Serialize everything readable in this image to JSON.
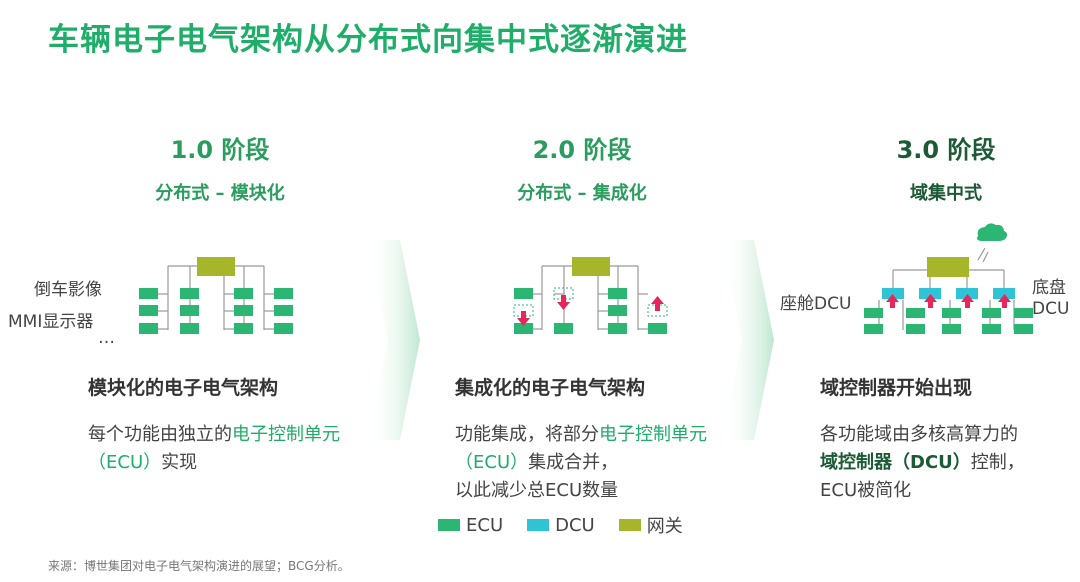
{
  "title": "车辆电子电气架构从分布式向集中式逐渐演进",
  "stages": [
    {
      "num": "1.0 阶段",
      "sub": "分布式 – 模块化",
      "heading": "模块化的电子电气架构",
      "desc_a": "每个功能由独立的",
      "desc_hl": "电子控制单元（ECU）",
      "desc_b": "实现",
      "desc_c": ""
    },
    {
      "num": "2.0 阶段",
      "sub": "分布式 – 集成化",
      "heading": "集成化的电子电气架构",
      "desc_a": "功能集成，将部分",
      "desc_hl": "电子控制单元（ECU）",
      "desc_b": "集成合并，",
      "desc_c": "以此减少总ECU数量"
    },
    {
      "num": "3.0 阶段",
      "sub": "域集中式",
      "heading": "域控制器开始出现",
      "desc_a": "各功能域由多核高算力的",
      "desc_hl": "域控制器（DCU）",
      "desc_b": "控制，",
      "desc_c": "ECU被简化"
    }
  ],
  "labels": {
    "rear_camera": "倒车影像",
    "mmi": "MMI显示器",
    "ellipsis": "…",
    "cockpit_dcu": "座舱DCU",
    "chassis": "底盘",
    "dcu": "DCU"
  },
  "legend": [
    {
      "label": "ECU",
      "color": "#2bb673"
    },
    {
      "label": "DCU",
      "color": "#2ec4d6"
    },
    {
      "label": "网关",
      "color": "#a6b52a"
    }
  ],
  "source": "来源：博世集团对电子电气架构演进的展望；BCG分析。"
}
